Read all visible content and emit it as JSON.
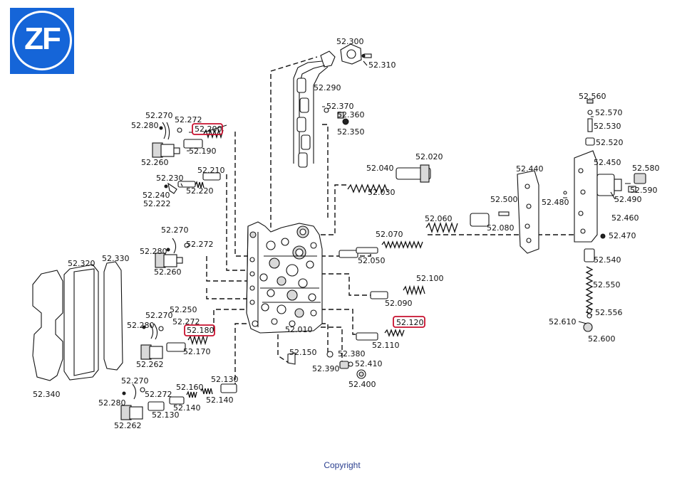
{
  "logo": {
    "text": "ZF"
  },
  "footer": {
    "text": "Copyright"
  },
  "colors": {
    "brand_blue": "#1565d8",
    "highlight_red": "#c8102e",
    "footer_text": "#2a3f8f"
  },
  "highlighted_parts": [
    "52.200",
    "52.180",
    "52.120"
  ],
  "part_labels": [
    "52.300",
    "52.310",
    "52.290",
    "52.370",
    "52.360",
    "52.350",
    "52.270",
    "52.272",
    "52.280",
    "52.200",
    "52.190",
    "52.260",
    "52.230",
    "52.210",
    "52.240",
    "52.220",
    "52.222",
    "52.270",
    "52.280",
    "52.272",
    "52.260",
    "52.040",
    "52.020",
    "52.030",
    "52.060",
    "52.080",
    "52.070",
    "52.050",
    "52.100",
    "52.090",
    "52.250",
    "52.270",
    "52.280",
    "52.272",
    "52.180",
    "52.170",
    "52.262",
    "52.010",
    "52.120",
    "52.110",
    "52.150",
    "52.380",
    "52.390",
    "52.410",
    "52.400",
    "52.270",
    "52.272",
    "52.160",
    "52.130",
    "52.280",
    "52.140",
    "52.130",
    "52.140",
    "52.262",
    "52.320",
    "52.330",
    "52.340",
    "52.440",
    "52.500",
    "52.480",
    "52.560",
    "52.570",
    "52.530",
    "52.520",
    "52.450",
    "52.580",
    "52.590",
    "52.490",
    "52.460",
    "52.470",
    "52.540",
    "52.550",
    "52.556",
    "52.610",
    "52.600"
  ]
}
